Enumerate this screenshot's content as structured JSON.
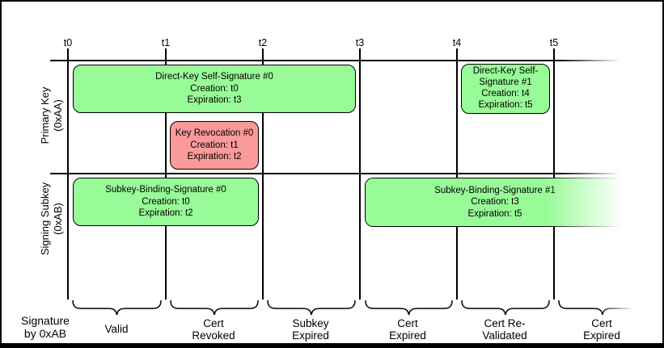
{
  "diagram": {
    "ticks": [
      "t0",
      "t1",
      "t2",
      "t3",
      "t4",
      "t5"
    ],
    "rows": [
      {
        "label": "Primary Key\n(0xAA)"
      },
      {
        "label": "Signing Subkey\n(0xAB)"
      }
    ],
    "boxes": [
      {
        "title": "Direct-Key Self-Signature #0",
        "creation": "Creation: t0",
        "expiration": "Expiration: t3",
        "status": "valid"
      },
      {
        "title": "Key Revocation #0",
        "creation": "Creation: t1",
        "expiration": "Expiration: t2",
        "status": "revoked"
      },
      {
        "title": "Direct-Key Self-Signature #1",
        "creation": "Creation: t4",
        "expiration": "Expiration: t5",
        "status": "valid"
      },
      {
        "title": "Subkey-Binding-Signature #0",
        "creation": "Creation: t0",
        "expiration": "Expiration: t2",
        "status": "valid"
      },
      {
        "title": "Subkey-Binding-Signature #1",
        "creation": "Creation: t3",
        "expiration": "Expiration: t5",
        "status": "valid"
      }
    ],
    "footer": {
      "axis_label": "Signature\nby 0xAB",
      "segments": [
        "Valid",
        "Cert\nRevoked",
        "Subkey\nExpired",
        "Cert\nExpired",
        "Cert Re-\nValidated",
        "Cert\nExpired"
      ]
    },
    "colors": {
      "valid_fill": "#98FB98",
      "revoked_fill": "#FA9A9A",
      "line": "#000000"
    }
  }
}
